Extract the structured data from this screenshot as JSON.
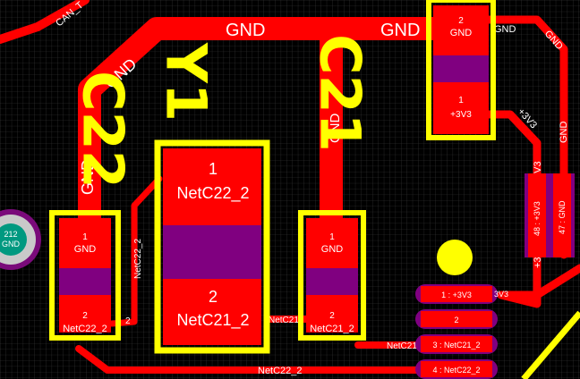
{
  "board": {
    "colors": {
      "background": "#000000",
      "grid": "#3a3a3a",
      "copper": "#ff0000",
      "silkscreen": "#ffff00",
      "solder_mask": "#800080",
      "via_pad": "#009980",
      "net_label": "#ffffff"
    },
    "silkscreen_labels": {
      "c22": "C22",
      "y1": "Y1",
      "c21": "C21"
    },
    "traces": {
      "can_tx": "CAN_T",
      "gnd_top_left": "GND",
      "gnd_top_right": "GND",
      "gnd_diag_left": "GND",
      "gnd_left_vertical": "GND",
      "gnd_c21_vertical": "GND",
      "gnd_upper_right": "GND",
      "gnd_right_diag": "GND",
      "gnd_right_vertical": "GND",
      "v33_diag": "+3V3",
      "v33_vertical": "3V3",
      "v33_bottom": "+3",
      "v33_right_pad": "3V3",
      "netc22_vertical": "NetC22_2",
      "netc22_small": "2",
      "netc21_left": "NetC21",
      "netc21_bottom": "NetC21",
      "netc22_bottom": "NetC22_2"
    },
    "pads": {
      "c22_1": {
        "number": "1",
        "net": "GND"
      },
      "c22_2": {
        "number": "2",
        "net": "NetC22_2"
      },
      "y1_1": {
        "number": "1",
        "net": "NetC22_2"
      },
      "y1_2": {
        "number": "2",
        "net": "NetC21_2"
      },
      "c21_1": {
        "number": "1",
        "net": "GND"
      },
      "c21_2": {
        "number": "2",
        "net": "NetC21_2"
      },
      "top_2": {
        "number": "2",
        "net": "GND"
      },
      "top_1": {
        "number": "1",
        "net": "+3V3"
      },
      "via_212": {
        "number": "212",
        "net": "GND"
      },
      "right_48": "48 : +3V3",
      "right_47": "47 : GND",
      "ic_pins": [
        "1 : +3V3",
        "2",
        "3 : NetC21_2",
        "4 : NetC22_2"
      ]
    }
  }
}
